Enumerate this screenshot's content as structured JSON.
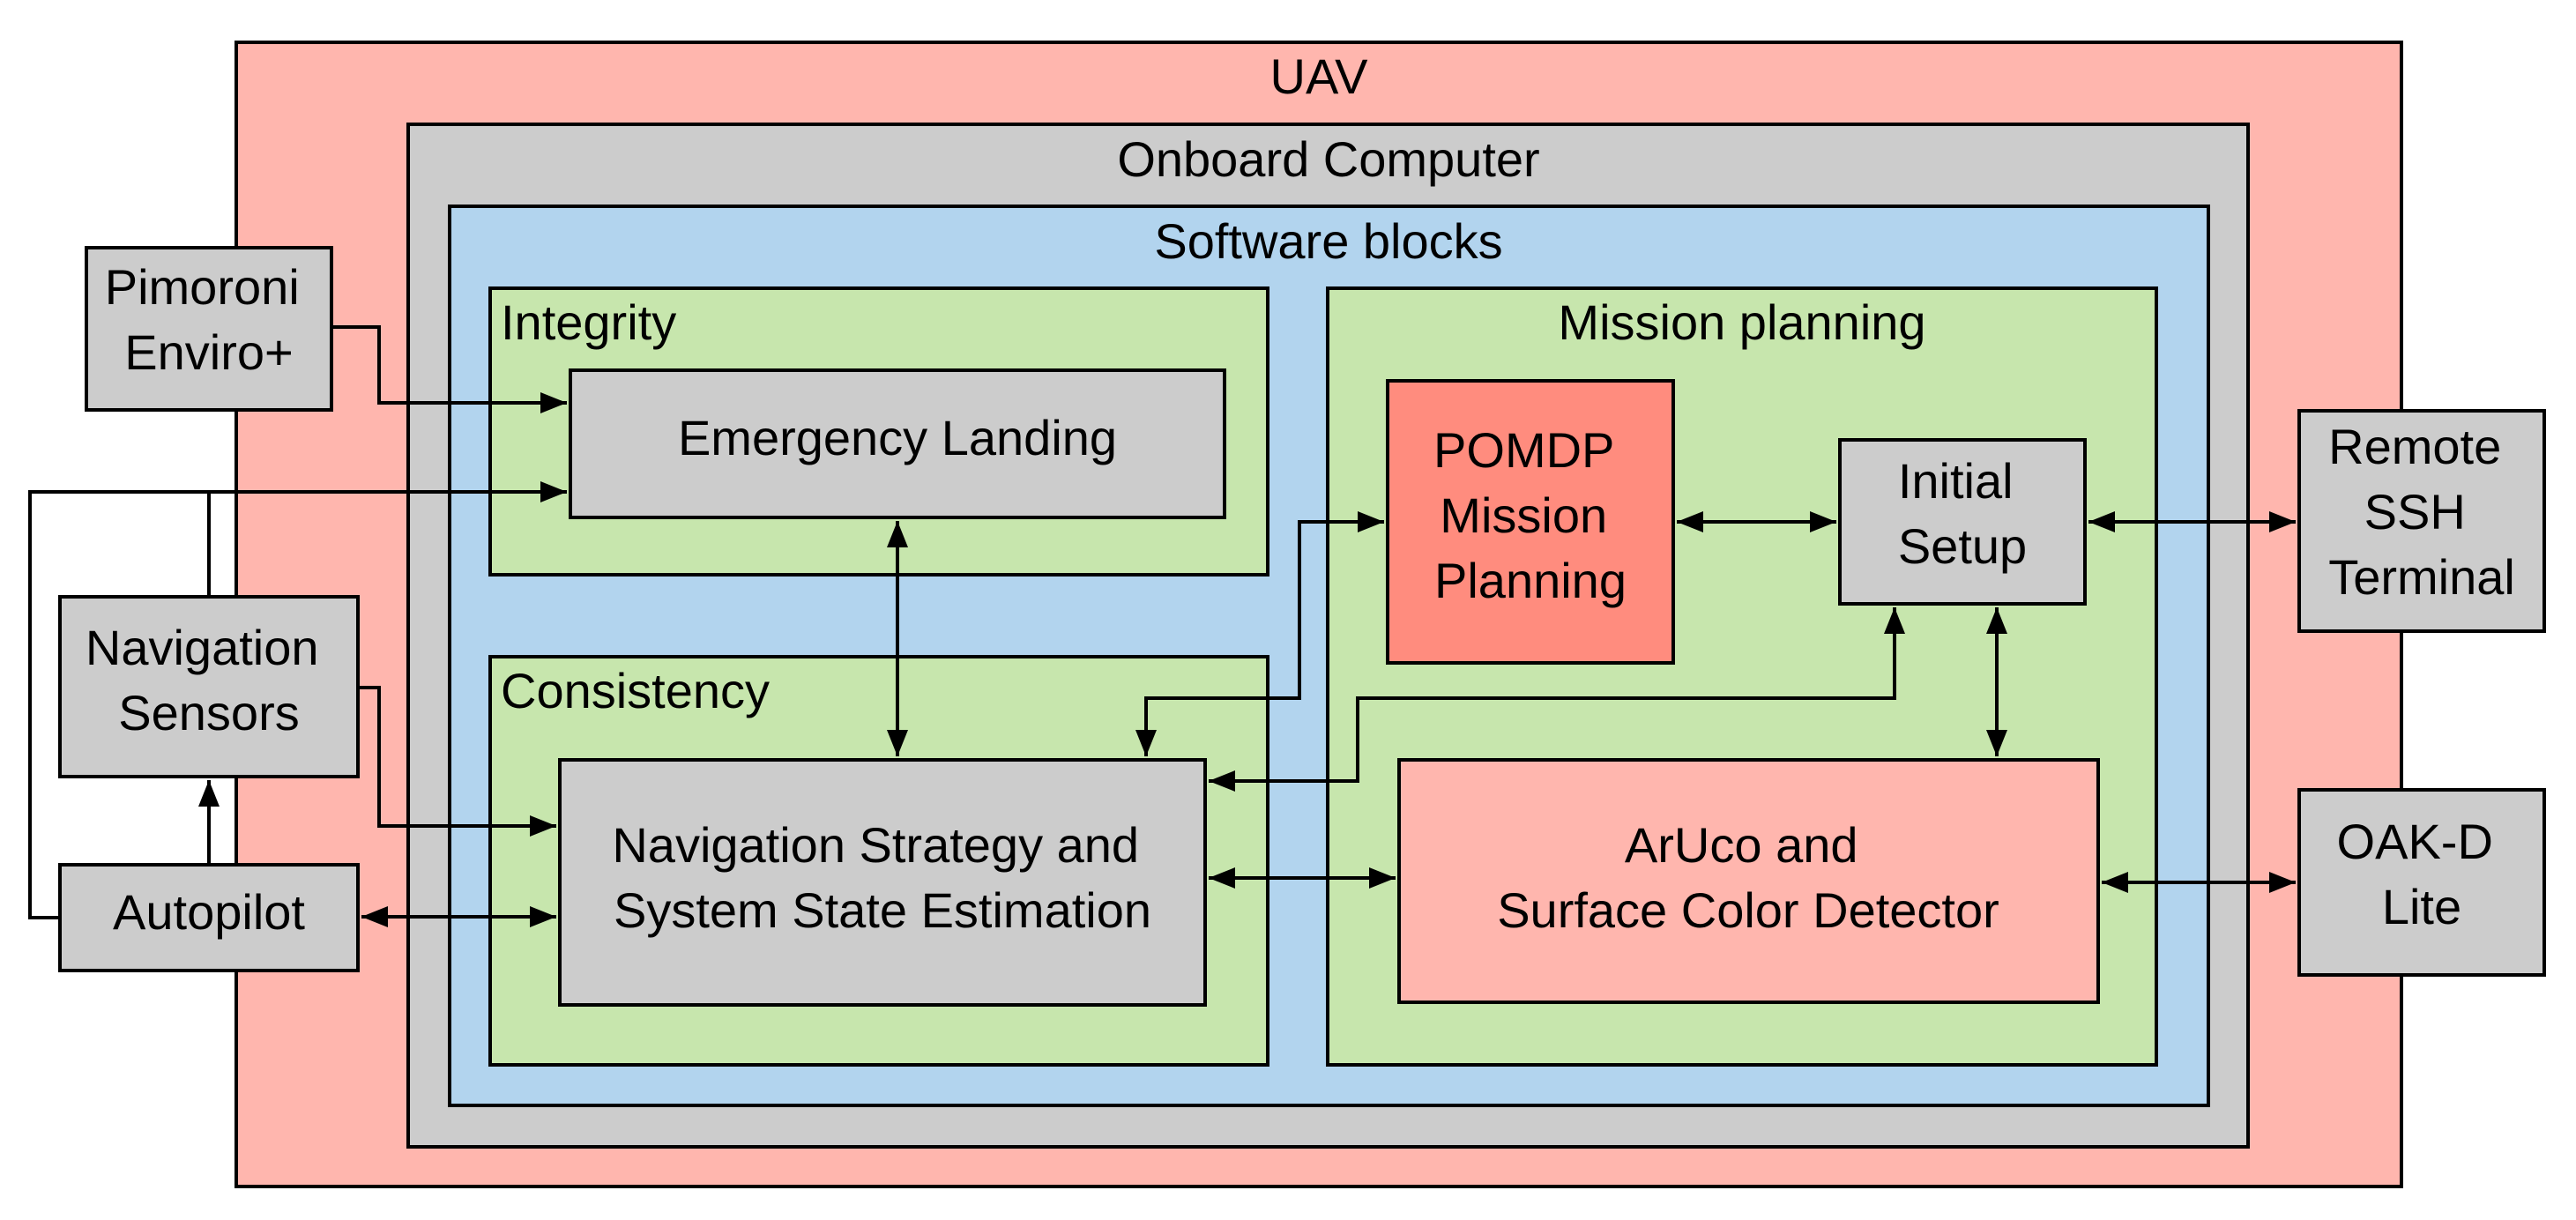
{
  "containers": {
    "uav": "UAV",
    "onboard_computer": "Onboard Computer",
    "software_blocks": "Software blocks",
    "integrity": "Integrity",
    "consistency": "Consistency",
    "mission_planning": "Mission planning"
  },
  "blocks": {
    "pimoroni": [
      "Pimoroni",
      "Enviro+"
    ],
    "navigation_sensors": [
      "Navigation",
      "Sensors"
    ],
    "autopilot": [
      "Autopilot"
    ],
    "emergency_landing": [
      "Emergency Landing"
    ],
    "nav_strategy": [
      "Navigation Strategy and",
      "System State Estimation"
    ],
    "pomdp": [
      "POMDP",
      "Mission",
      "Planning"
    ],
    "initial_setup": [
      "Initial",
      "Setup"
    ],
    "aruco": [
      "ArUco and",
      "Surface Color Detector"
    ],
    "remote_ssh": [
      "Remote",
      "SSH",
      "Terminal"
    ],
    "oak_d": [
      "OAK-D",
      "Lite"
    ]
  },
  "colors": {
    "uav": "#FFB6AE",
    "onboard": "#CCCCCC",
    "software": "#B2D4EE",
    "group": "#C7E6AD",
    "block_gray": "#CCCCCC",
    "pomdp": "#FF8C7E",
    "aruco": "#FFB6AE",
    "stroke": "#000000"
  }
}
